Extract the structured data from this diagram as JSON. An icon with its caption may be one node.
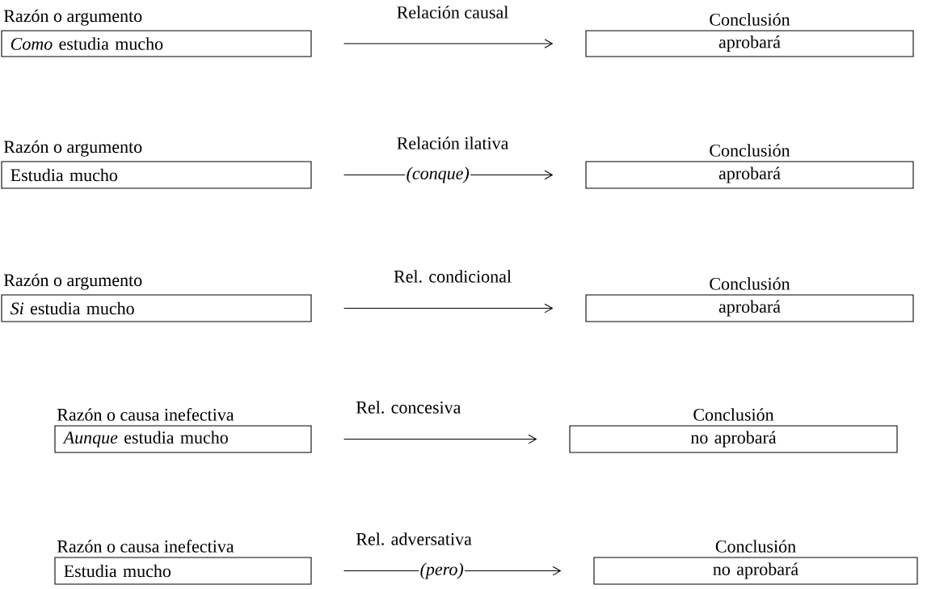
{
  "diagram": {
    "nodes": [
      {
        "text": [
          "Razón o argumento",
          "*Como* estudia mucho"
        ]
      },
      {
        "text": [
          "Conclusión",
          "aprobará"
        ]
      },
      {
        "text": [
          "Razón o argumento",
          "Estudia mucho"
        ]
      },
      {
        "text": [
          "Conclusión",
          "aprobará"
        ]
      },
      {
        "text": [
          "Razón o argumento",
          "*Si* estudia mucho"
        ]
      },
      {
        "text": [
          "Conclusión",
          "aprobará"
        ]
      },
      {
        "text": [
          "Razón o causa inefectiva",
          "*Aunque* estudia mucho"
        ]
      },
      {
        "text": [
          "Conclusión",
          "no aprobará"
        ]
      },
      {
        "text": [
          "Razón o causa inefectiva",
          "Estudia mucho"
        ]
      },
      {
        "text": [
          "Conclusión",
          "no aprobará"
        ]
      }
    ],
    "edges": [
      {
        "from": 0,
        "to": 1,
        "arrow": "to"
      },
      {
        "from": 2,
        "to": 3,
        "arrow": "to",
        "label": "(conque)"
      },
      {
        "from": 4,
        "to": 5,
        "arrow": "to"
      },
      {
        "from": 6,
        "to": 7,
        "arrow": "to"
      },
      {
        "from": 8,
        "to": 9,
        "arrow": "to",
        "label": "(pero)"
      }
    ],
    "labels": [
      "Relación causal",
      "Relación ilativa",
      "Rel. condicional",
      "Rel.  concesiva",
      "Rel.  adversativa"
    ]
  }
}
